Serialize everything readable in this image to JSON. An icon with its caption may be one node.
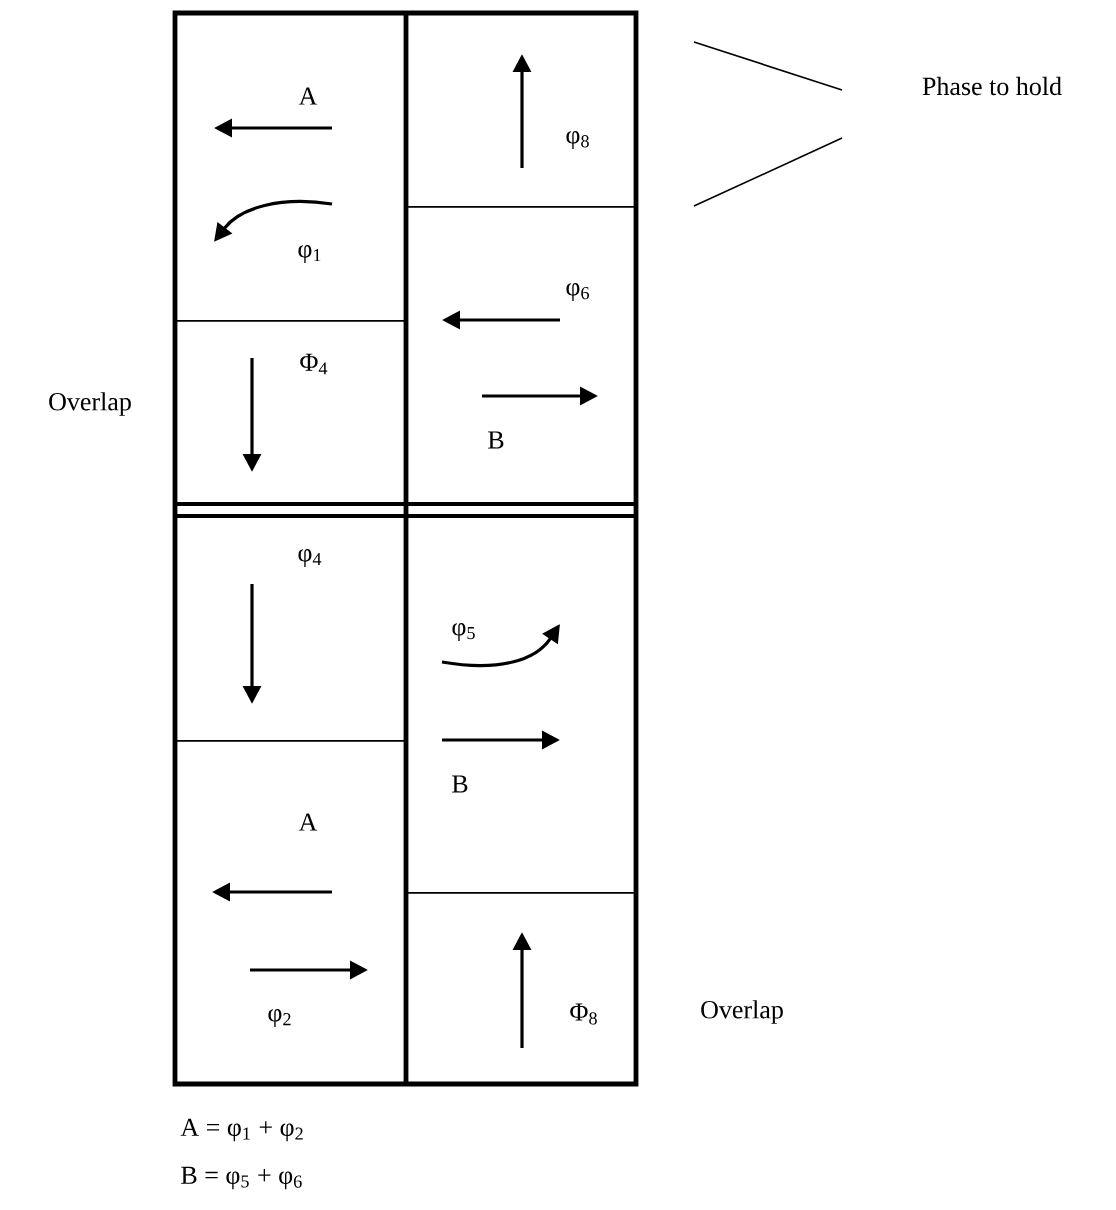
{
  "diagram": {
    "nodes": [
      {
        "text": [
          "A",
          "φ$_{1}$"
        ]
      },
      {
        "text": [
          "Φ$_{4}$"
        ],
        "beside": [
          "Overlap"
        ]
      },
      {
        "text": [
          "φ$_{8}$"
        ]
      },
      {
        "text": [
          "φ$_{6}$",
          "B"
        ]
      },
      {
        "text": [
          "φ$_{4}$"
        ]
      },
      {
        "text": [
          "A",
          "φ$_{2}$"
        ]
      },
      {
        "text": [
          "φ$_{5}$",
          "B"
        ]
      },
      {
        "text": [
          "Φ$_{8}$"
        ],
        "beside": [
          "Overlap"
        ]
      }
    ],
    "labels": [
      "Phase to hold",
      "A = φ$_{1}$ + φ$_{2}$",
      "B = φ$_{5}$ + φ$_{6}$"
    ]
  }
}
